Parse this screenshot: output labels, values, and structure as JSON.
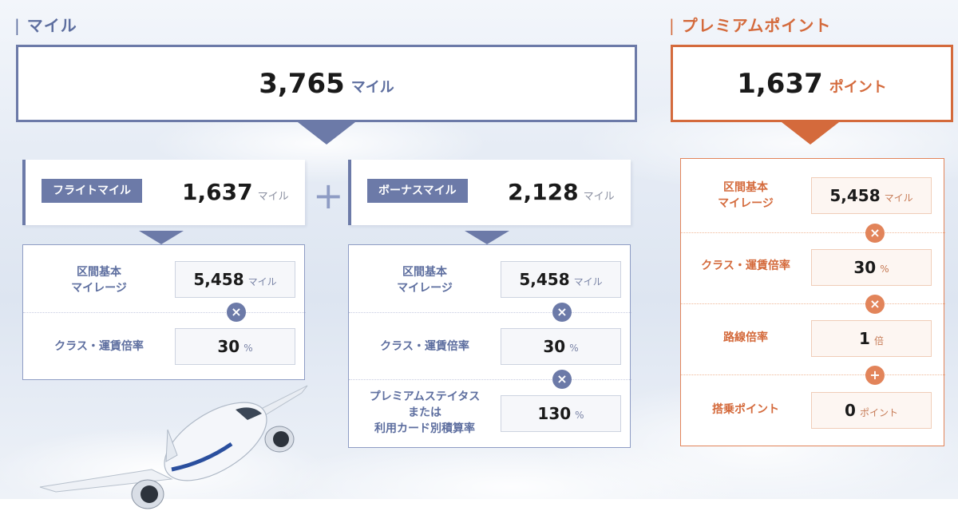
{
  "miles": {
    "title": "マイル",
    "total_value": "3,765",
    "total_unit": "マイル",
    "flight": {
      "label": "フライトマイル",
      "value": "1,637",
      "unit": "マイル",
      "rows": [
        {
          "label_line1": "区間基本",
          "label_line2": "マイレージ",
          "value": "5,458",
          "unit": "マイル"
        },
        {
          "label": "クラス・運賃倍率",
          "value": "30",
          "unit": "%"
        }
      ],
      "operator": "×"
    },
    "plus": "+",
    "bonus": {
      "label": "ボーナスマイル",
      "value": "2,128",
      "unit": "マイル",
      "rows": [
        {
          "label_line1": "区間基本",
          "label_line2": "マイレージ",
          "value": "5,458",
          "unit": "マイル"
        },
        {
          "label": "クラス・運賃倍率",
          "value": "30",
          "unit": "%"
        },
        {
          "label_line1": "プレミアムステイタス",
          "label_line2": "または",
          "label_line3": "利用カード別積算率",
          "value": "130",
          "unit": "%"
        }
      ],
      "operators": [
        "×",
        "×"
      ]
    }
  },
  "premium": {
    "title": "プレミアムポイント",
    "total_value": "1,637",
    "total_unit": "ポイント",
    "rows": [
      {
        "label_line1": "区間基本",
        "label_line2": "マイレージ",
        "value": "5,458",
        "unit": "マイル"
      },
      {
        "label": "クラス・運賃倍率",
        "value": "30",
        "unit": "%"
      },
      {
        "label": "路線倍率",
        "value": "1",
        "unit": "倍"
      },
      {
        "label": "搭乗ポイント",
        "value": "0",
        "unit": "ポイント"
      }
    ],
    "operators": [
      "×",
      "×",
      "+"
    ]
  },
  "colors": {
    "miles_accent": "#6c7aa8",
    "premium_accent": "#d46a3c"
  }
}
